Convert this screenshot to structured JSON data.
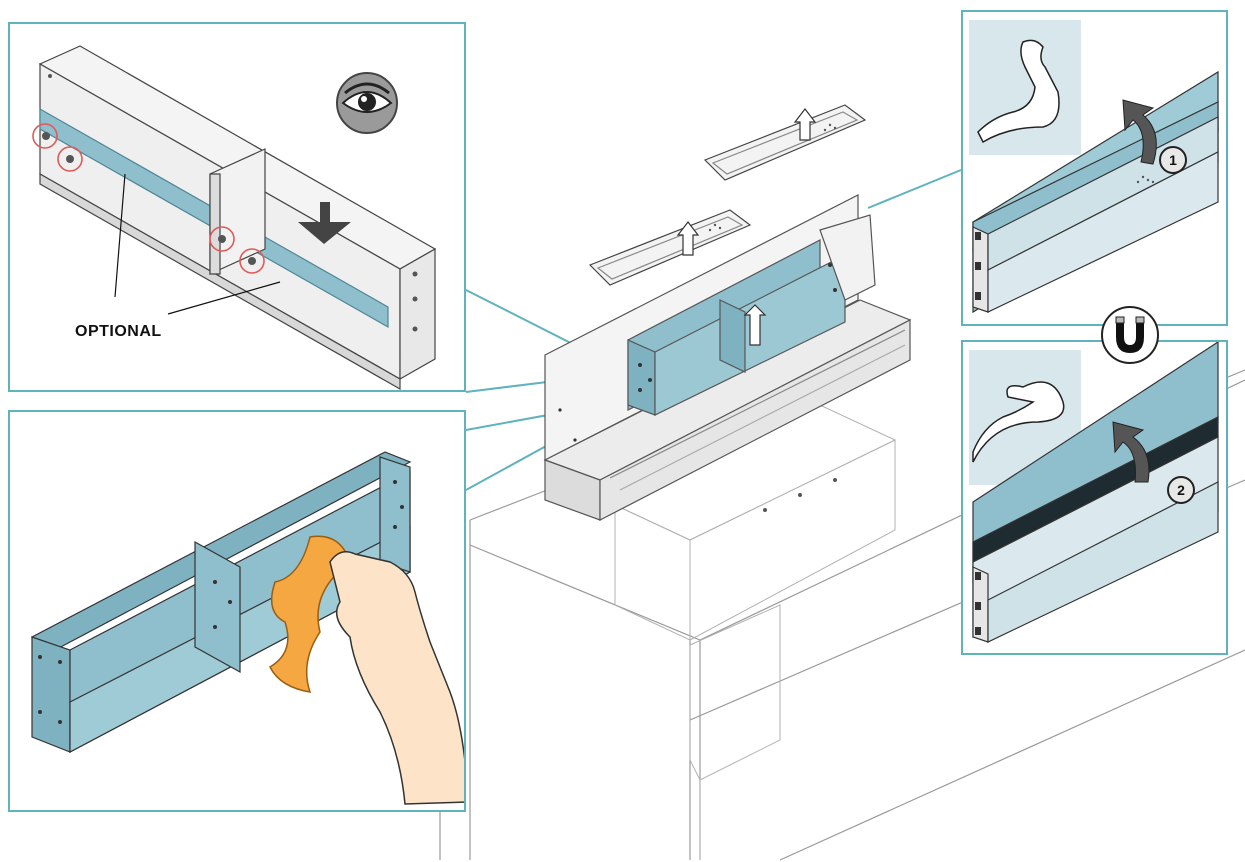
{
  "callout": {
    "optional_label": "OPTIONAL"
  },
  "steps": [
    {
      "number": "1"
    },
    {
      "number": "2"
    }
  ],
  "icons": {
    "inspect": "eye-icon",
    "light_effort": "light-arm-icon",
    "strong_effort": "strong-arm-icon",
    "magnet": "magnet-icon",
    "wipe": "cloth-hand-icon"
  },
  "colors": {
    "panel_blue": "#8fbfcc",
    "frame_teal": "#5fb3bd",
    "highlight_circle": "#e05a5a",
    "cloth_orange": "#f5a742",
    "skin": "#fde3c8"
  }
}
